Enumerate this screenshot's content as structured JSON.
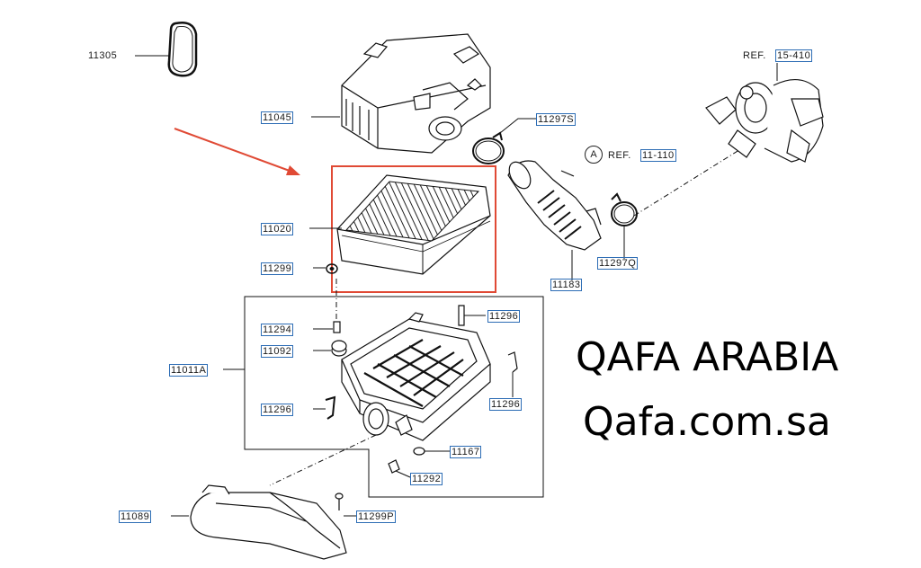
{
  "diagram": {
    "parts": {
      "p11305": "11305",
      "p11045": "11045",
      "p11297S": "11297S",
      "p11020": "11020",
      "p11299": "11299",
      "p11294": "11294",
      "p11092": "11092",
      "p11011A": "11011A",
      "p11296_right_top": "11296",
      "p11296_left": "11296",
      "p11296_right": "11296",
      "p11167": "11167",
      "p11292": "11292",
      "p11089": "11089",
      "p11299P": "11299P",
      "p11183": "11183",
      "p11297Q": "11297Q"
    },
    "refs": {
      "ref_a_prefix": "REF.",
      "ref_a_code": "11-110",
      "ref_a_marker": "A",
      "ref_turbo_prefix": "REF.",
      "ref_turbo_code": "15-410"
    },
    "colors": {
      "highlight": "#e04a35",
      "label_box": "#2d6db5",
      "line": "#111111"
    }
  },
  "watermark": {
    "line1": "QAFA ARABIA",
    "line2": "Qafa.com.sa"
  }
}
